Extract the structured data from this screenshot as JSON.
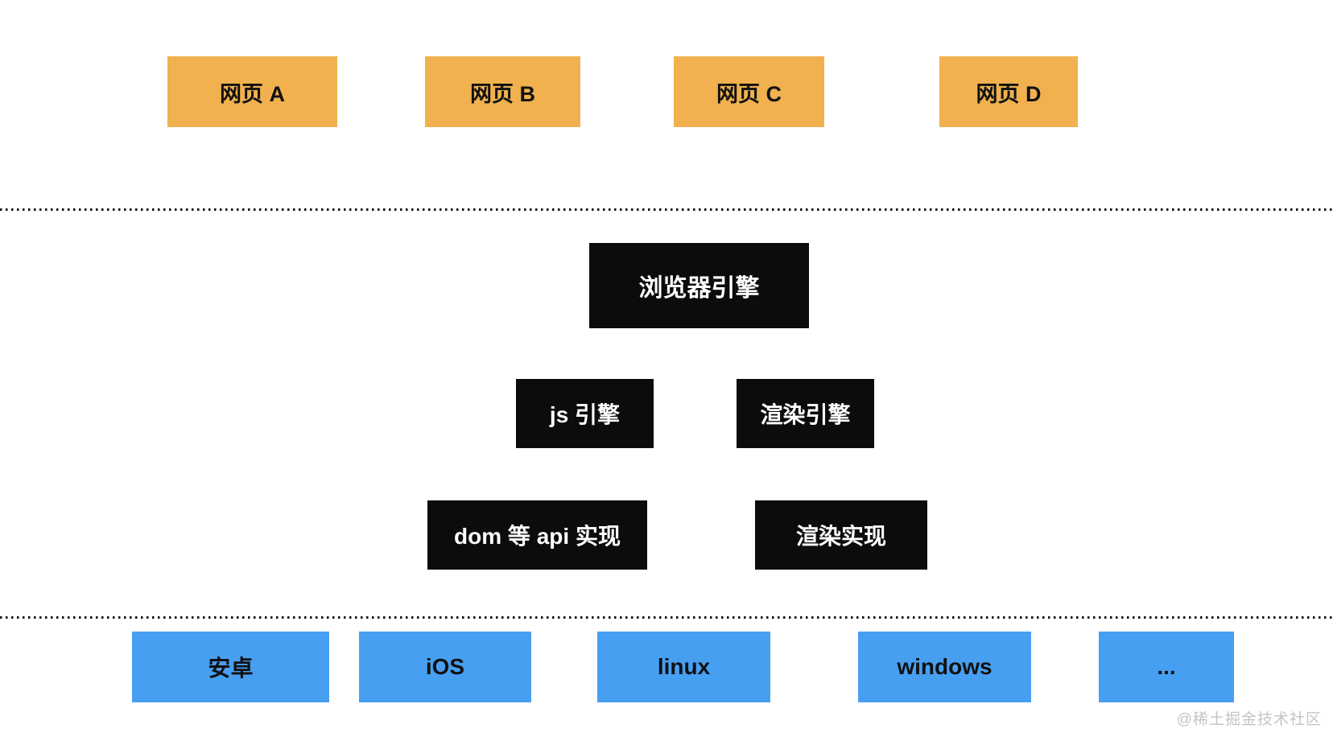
{
  "diagram": {
    "web_pages": [
      {
        "label": "网页 A"
      },
      {
        "label": "网页 B"
      },
      {
        "label": "网页 C"
      },
      {
        "label": "网页 D"
      }
    ],
    "browser_engine": {
      "label": "浏览器引擎"
    },
    "engines": [
      {
        "label": "js 引擎"
      },
      {
        "label": "渲染引擎"
      }
    ],
    "implementations": [
      {
        "label": "dom 等 api 实现"
      },
      {
        "label": "渲染实现"
      }
    ],
    "platforms": [
      {
        "label": "安卓"
      },
      {
        "label": "iOS"
      },
      {
        "label": "linux"
      },
      {
        "label": "windows"
      },
      {
        "label": "..."
      }
    ]
  },
  "watermark": "@稀土掘金技术社区",
  "colors": {
    "page_box": "#f0b14e",
    "engine_box": "#0c0c0c",
    "platform_box": "#479ff2",
    "dark_text": "#111111",
    "light_text": "#ffffff",
    "watermark_text": "#c4c4c4"
  }
}
